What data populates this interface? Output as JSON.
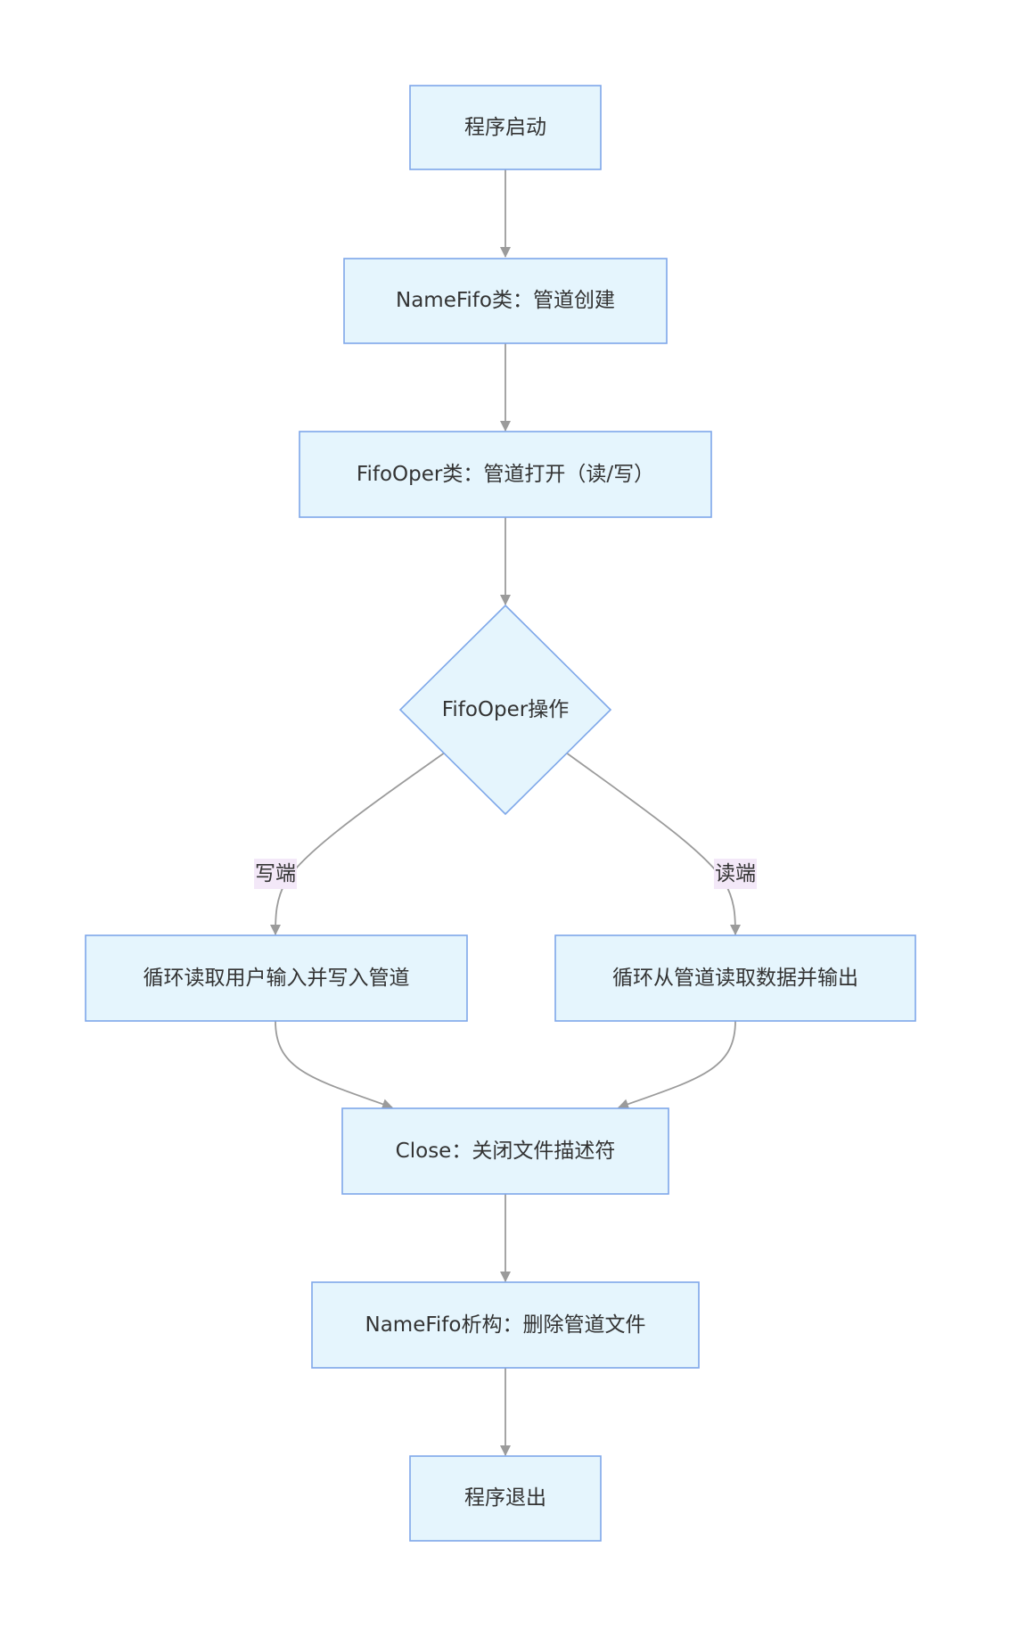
{
  "diagram": {
    "nodes": {
      "start": "程序启动",
      "create": "NameFifo类：管道创建",
      "open": "FifoOper类：管道打开（读/写）",
      "decision": "FifoOper操作",
      "write": "循环读取用户输入并写入管道",
      "read": "循环从管道读取数据并输出",
      "close": "Close：关闭文件描述符",
      "destroy": "NameFifo析构：删除管道文件",
      "exit": "程序退出"
    },
    "edge_labels": {
      "write": "写端",
      "read": "读端"
    },
    "colors": {
      "node_fill": "#e5f5fd",
      "node_border": "#7ea7e9",
      "edge": "#9b9b9b",
      "label_bg": "#f3e8f8"
    }
  }
}
